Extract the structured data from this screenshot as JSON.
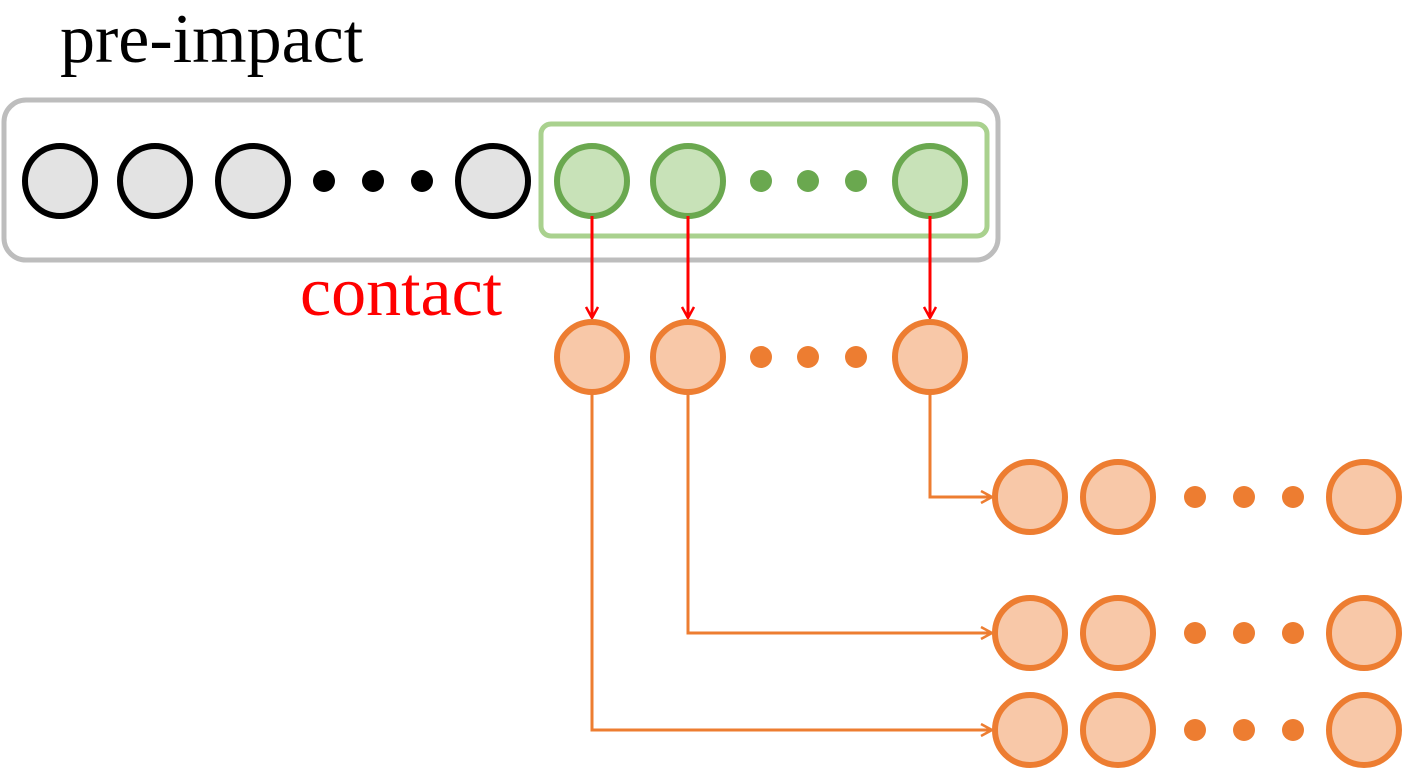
{
  "labels": {
    "pre_impact": "pre-impact",
    "contact": "contact"
  },
  "colors": {
    "background": "#ffffff",
    "gray_stroke": "#000000",
    "gray_fill": "#e3e3e3",
    "gray_box": "#bdbdbd",
    "green_stroke": "#6aa84f",
    "green_fill": "#c8e2b8",
    "green_box": "#a9d18e",
    "orange_stroke": "#ed7d31",
    "orange_fill": "#f8c8a8",
    "contact_red": "#ff0000"
  },
  "sequence": {
    "pre_impact_circles_before_ellipsis": 3,
    "pre_impact_circles_after_ellipsis": 1,
    "contact_circles_before_ellipsis": 2,
    "contact_circles_after_ellipsis": 1,
    "branch_count": 3,
    "branch_circles_before_ellipsis": 2,
    "branch_circles_after_ellipsis": 1
  }
}
